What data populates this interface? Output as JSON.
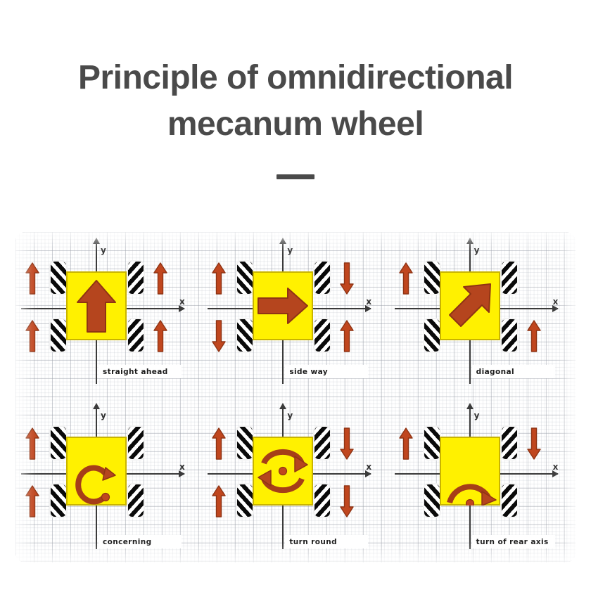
{
  "header": {
    "title_line1": "Principle of omnidirectional",
    "title_line2": "mecanum wheel",
    "divider": "horizontal-rule"
  },
  "colors": {
    "title_text": "#4a4a4a",
    "body_yellow": "#FFF100",
    "body_border": "#c9b400",
    "arrow_rust": "#B5451E",
    "arrow_rust_dark": "#8f3414",
    "wheel_black": "#0a0a0a",
    "axis_gray": "#3a3a3a",
    "grid_line": "#969baa",
    "paper_white": "#ffffff"
  },
  "diagram": {
    "axis_x_label": "x",
    "axis_y_label": "y",
    "panels": [
      {
        "id": "straight-ahead",
        "caption": "straight ahead",
        "motion": "arrow-up",
        "wheel_arrows": {
          "top_left": "up",
          "top_right": "up",
          "bottom_left": "up",
          "bottom_right": "up"
        }
      },
      {
        "id": "side-way",
        "caption": "side way",
        "motion": "arrow-right",
        "wheel_arrows": {
          "top_left": "up",
          "top_right": "down",
          "bottom_left": "down",
          "bottom_right": "up"
        }
      },
      {
        "id": "diagonal",
        "caption": "diagonal",
        "motion": "arrow-up-right",
        "wheel_arrows": {
          "top_left": "up",
          "top_right": "none",
          "bottom_left": "none",
          "bottom_right": "up"
        }
      },
      {
        "id": "concerning",
        "caption": "concerning",
        "motion": "arc-cw-partial",
        "wheel_arrows": {
          "top_left": "up",
          "top_right": "none",
          "bottom_left": "up",
          "bottom_right": "none"
        }
      },
      {
        "id": "turn-round",
        "caption": "turn round",
        "motion": "double-arc-rotate",
        "wheel_arrows": {
          "top_left": "up",
          "top_right": "down",
          "bottom_left": "up",
          "bottom_right": "down"
        }
      },
      {
        "id": "turn-of-rear-axis",
        "caption": "turn of rear axis",
        "motion": "arc-half-bottom",
        "wheel_arrows": {
          "top_left": "up",
          "top_right": "down",
          "bottom_left": "none",
          "bottom_right": "none"
        }
      }
    ]
  }
}
